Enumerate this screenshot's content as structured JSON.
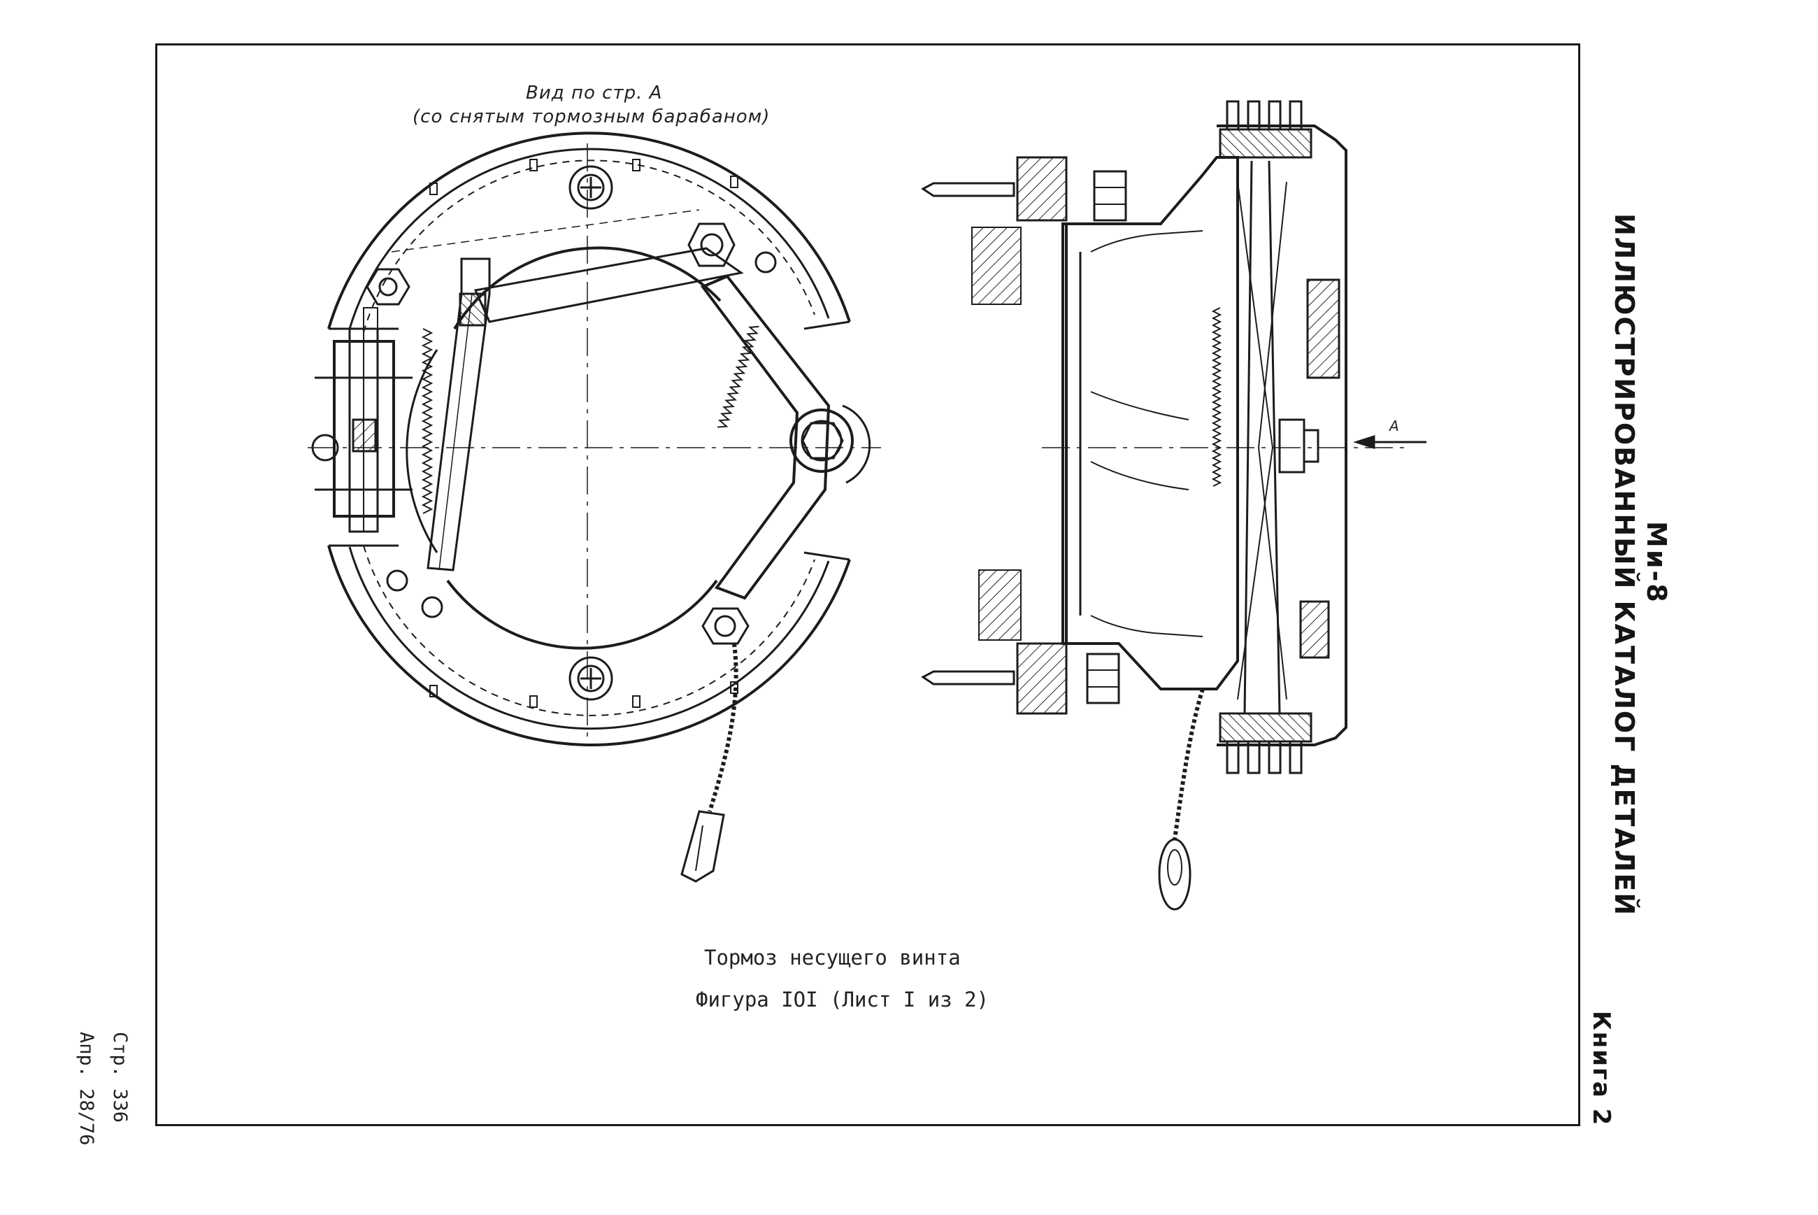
{
  "view_label": {
    "line1": "Вид по стр. А",
    "line2": "(со снятым тормозным барабаном)"
  },
  "arrow_label": "А",
  "caption": {
    "title": "Тормоз несущего винта",
    "figure": "Фигура IOI (Лист I из 2)"
  },
  "side": {
    "model": "Ми-8",
    "catalog": "ИЛЛЮСТРИРОВАННЫЙ КАТАЛОГ ДЕТАЛЕЙ",
    "book": "Книга 2"
  },
  "page": {
    "number": "Стр. 336",
    "date": "Апр. 28/76"
  }
}
